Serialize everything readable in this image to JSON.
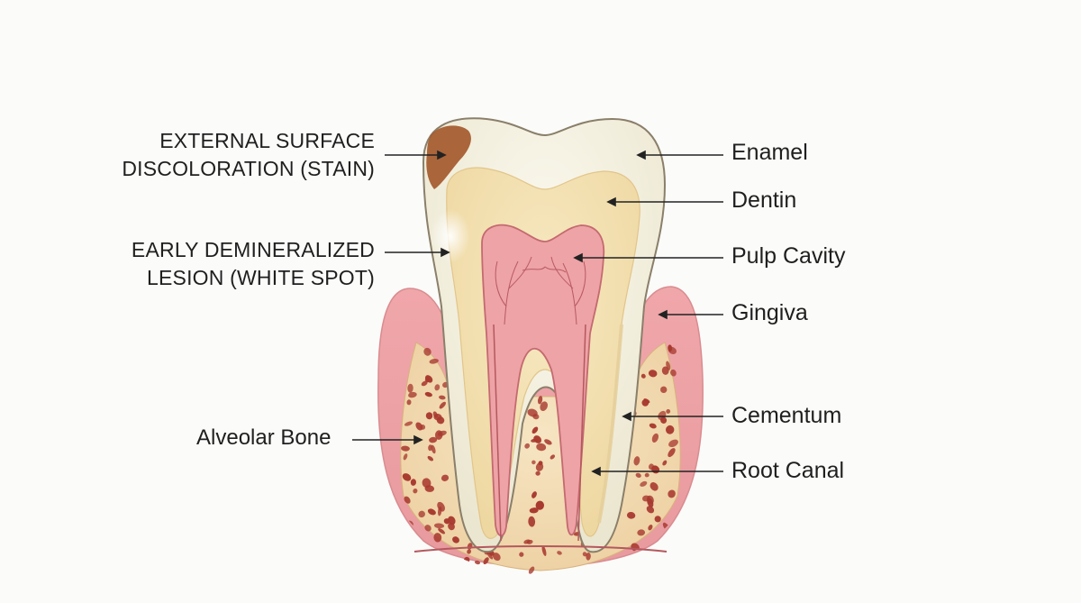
{
  "labels": {
    "enamel": "Enamel",
    "dentin": "Dentin",
    "pulp_cavity": "Pulp Cavity",
    "gingiva": "Gingiva",
    "cementum": "Cementum",
    "root_canal": "Root Canal",
    "stain_line1": "EXTERNAL SURFACE",
    "stain_line2": "DISCOLORATION (STAIN)",
    "white_spot_line1": "EARLY DEMINERALIZED",
    "white_spot_line2": "LESION (WHITE SPOT)",
    "alveolar_bone": "Alveolar Bone"
  },
  "colors": {
    "enamel": "#f4f1e4",
    "dentin": "#f1dfae",
    "pulp": "#eea3a6",
    "gingiva": "#eba0a4",
    "bone": "#f2dcb5",
    "bone_pores": "#a83a30",
    "stain": "#a4592d",
    "white_spot": "#ffffff"
  }
}
